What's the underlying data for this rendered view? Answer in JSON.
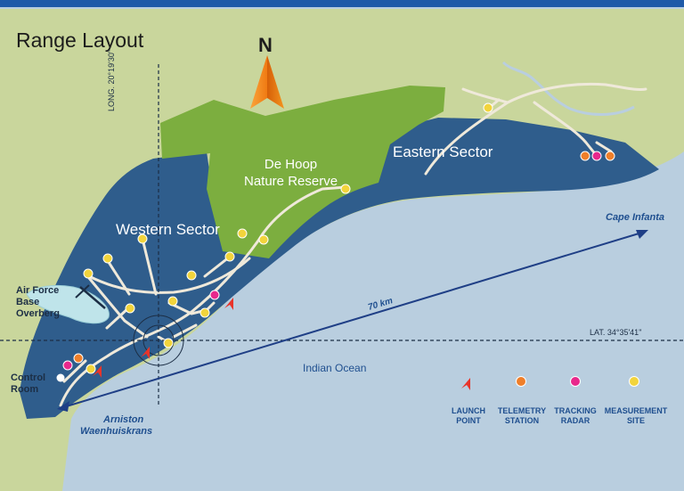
{
  "title": "Range Layout",
  "north_label": "N",
  "sectors": {
    "western": "Western Sector",
    "eastern": "Eastern Sector"
  },
  "reserve": {
    "line1": "De Hoop",
    "line2": "Nature Reserve"
  },
  "places": {
    "air_force_base": [
      "Air Force",
      "Base",
      "Overberg"
    ],
    "control_room": [
      "Control",
      "Room"
    ],
    "arniston": "Arniston",
    "waenhuiskrans": "Waenhuiskrans",
    "cape_infanta": "Cape Infanta",
    "indian_ocean": "Indian Ocean"
  },
  "distance_label": "70 km",
  "longitude_label": "LONG. 20°19'30\"",
  "latitude_label": "LAT. 34°35'41\"",
  "legend": [
    {
      "line1": "LAUNCH",
      "line2": "POINT",
      "symbol": "launch-icon",
      "color": "#e8342a"
    },
    {
      "line1": "TELEMETRY",
      "line2": "STATION",
      "symbol": "dot",
      "color": "#ef7f2a"
    },
    {
      "line1": "TRACKING",
      "line2": "RADAR",
      "symbol": "dot",
      "color": "#e8288c"
    },
    {
      "line1": "MEASUREMENT",
      "line2": "SITE",
      "symbol": "dot",
      "color": "#f2d43c"
    }
  ],
  "colors": {
    "sea": "#b9cedf",
    "land": "#c9d69c",
    "range": "#2f5d8c",
    "reserve": "#7cae3f",
    "road": "#efe9da",
    "north_arrow": "#f07a12",
    "top_bar": "#1e5aa8"
  }
}
